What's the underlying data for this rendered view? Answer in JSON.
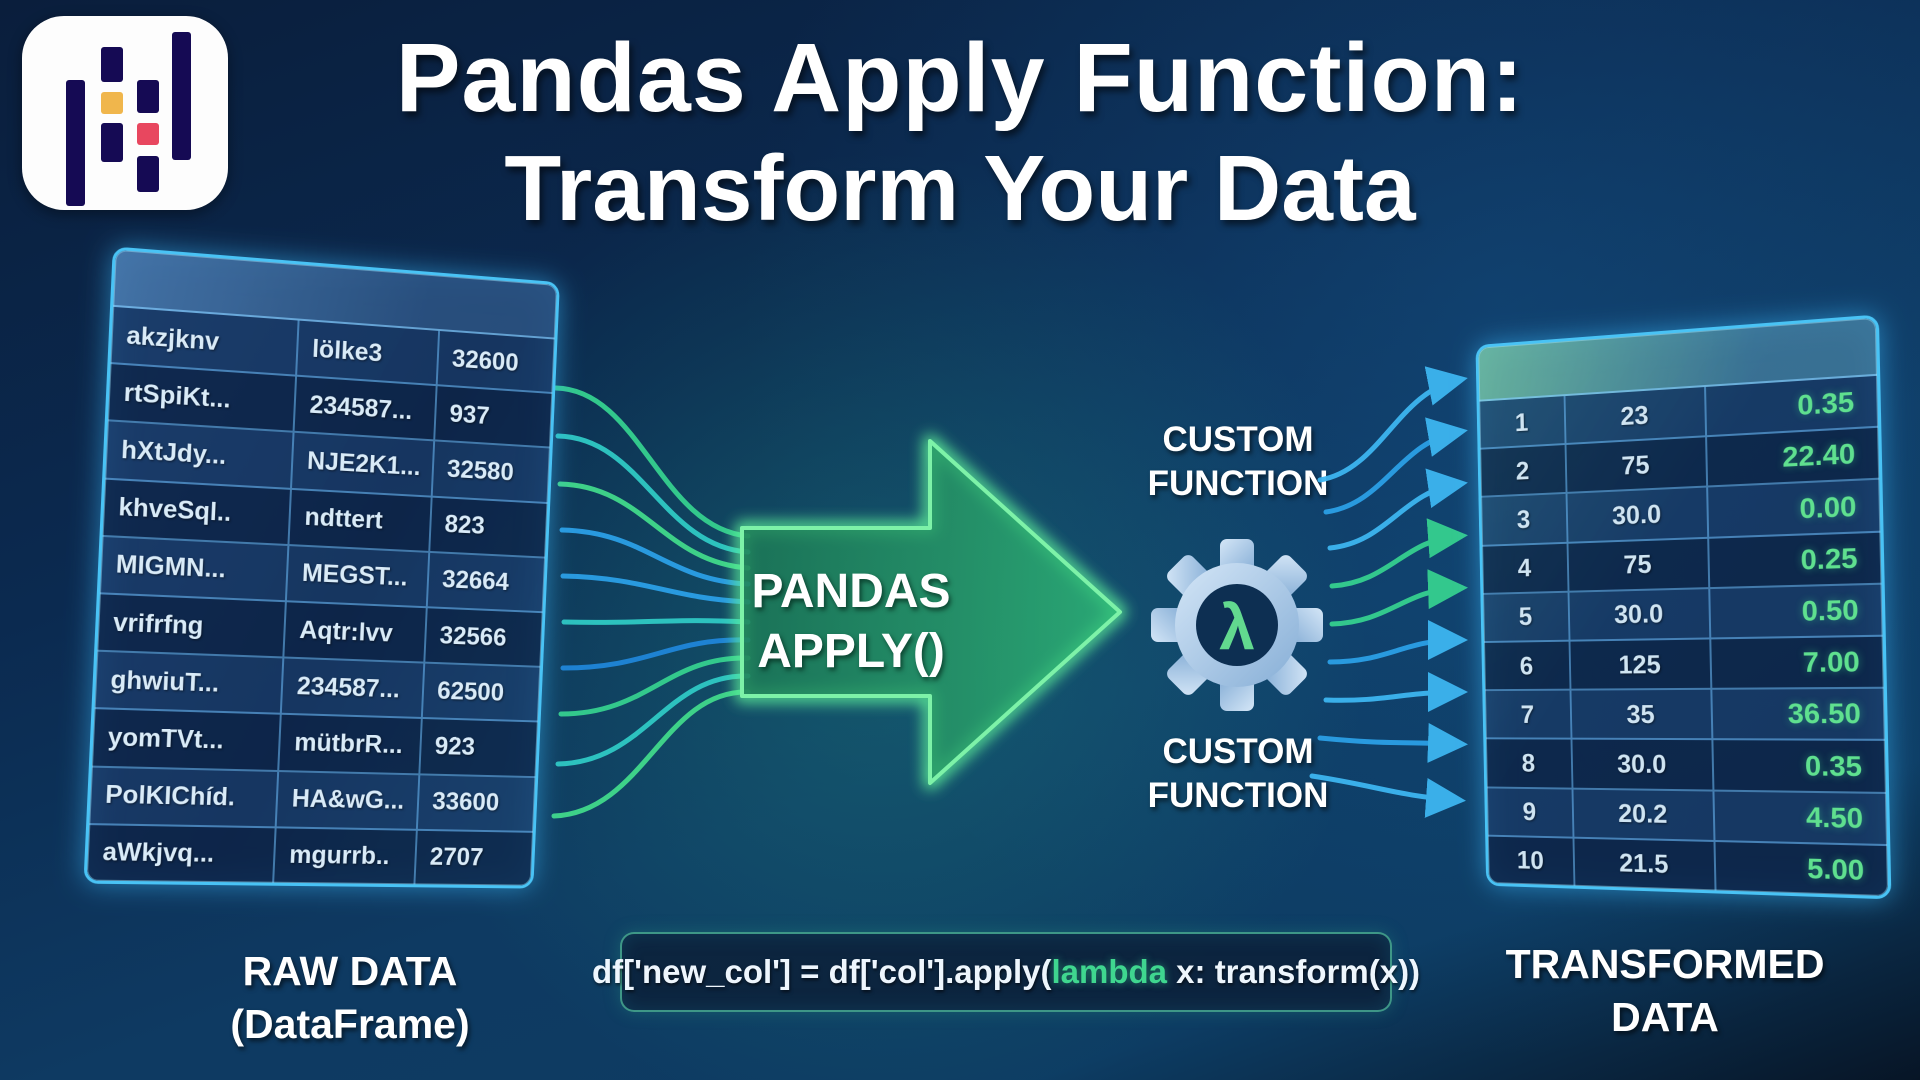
{
  "title": {
    "line1": "Pandas Apply Function:",
    "line2": "Transform Your Data"
  },
  "left_table": {
    "caption_line1": "RAW DATA",
    "caption_line2": "(DataFrame)",
    "rows": [
      {
        "c1": "akzjknv",
        "c2": "lölke3",
        "c3": "32600"
      },
      {
        "c1": "rtSpiKt...",
        "c2": "234587...",
        "c3": "937"
      },
      {
        "c1": "hXtJdy...",
        "c2": "NJE2K1...",
        "c3": "32580"
      },
      {
        "c1": "khveSql..",
        "c2": "ndttert",
        "c3": "823"
      },
      {
        "c1": "MIGMN...",
        "c2": "MEGST...",
        "c3": "32664"
      },
      {
        "c1": "vrifrfng",
        "c2": "Aqtr:lvv",
        "c3": "32566"
      },
      {
        "c1": "ghwiuT...",
        "c2": "234587...",
        "c3": "62500"
      },
      {
        "c1": "yomTVt...",
        "c2": "mütbrR...",
        "c3": "923"
      },
      {
        "c1": "PolKIChíd.",
        "c2": "HA&wG...",
        "c3": "33600"
      },
      {
        "c1": "aWkjvq...",
        "c2": "mgurrb..",
        "c3": "2707"
      }
    ]
  },
  "apply_arrow": {
    "label_line1": "PANDAS",
    "label_line2": "APPLY()"
  },
  "custom_function": {
    "top_line1": "CUSTOM",
    "top_line2": "FUNCTION",
    "bottom_line1": "CUSTOM",
    "bottom_line2": "FUNCTION",
    "lambda_symbol": "λ"
  },
  "right_table": {
    "caption_line1": "TRANSFORMED",
    "caption_line2": "DATA",
    "rows": [
      {
        "idx": "1",
        "value": "23",
        "result": "0.35"
      },
      {
        "idx": "2",
        "value": "75",
        "result": "22.40"
      },
      {
        "idx": "3",
        "value": "30.0",
        "result": "0.00"
      },
      {
        "idx": "4",
        "value": "75",
        "result": "0.25"
      },
      {
        "idx": "5",
        "value": "30.0",
        "result": "0.50"
      },
      {
        "idx": "6",
        "value": "125",
        "result": "7.00"
      },
      {
        "idx": "7",
        "value": "35",
        "result": "36.50"
      },
      {
        "idx": "8",
        "value": "30.0",
        "result": "0.35"
      },
      {
        "idx": "9",
        "value": "20.2",
        "result": "4.50"
      },
      {
        "idx": "10",
        "value": "21.5",
        "result": "5.00"
      }
    ]
  },
  "code": {
    "pre": "df['new_col'] = df['col'].apply(",
    "keyword": "lambda",
    "post": " x: transform(x))"
  },
  "colors": {
    "background_navy": "#0b2a50",
    "table_border_cyan": "#49c3f5",
    "arrow_green": "#2fbc77",
    "arrow_glow": "#5ef29a",
    "result_green": "#5fe08f",
    "flow_blue": "#2b9fe6",
    "flow_teal": "#2fc9c4",
    "gear_blue": "#aac9e8",
    "lambda_green": "#62d98f",
    "logo_navy": "#150a54",
    "logo_yellow": "#f0b64c",
    "logo_pink": "#e8475f"
  }
}
